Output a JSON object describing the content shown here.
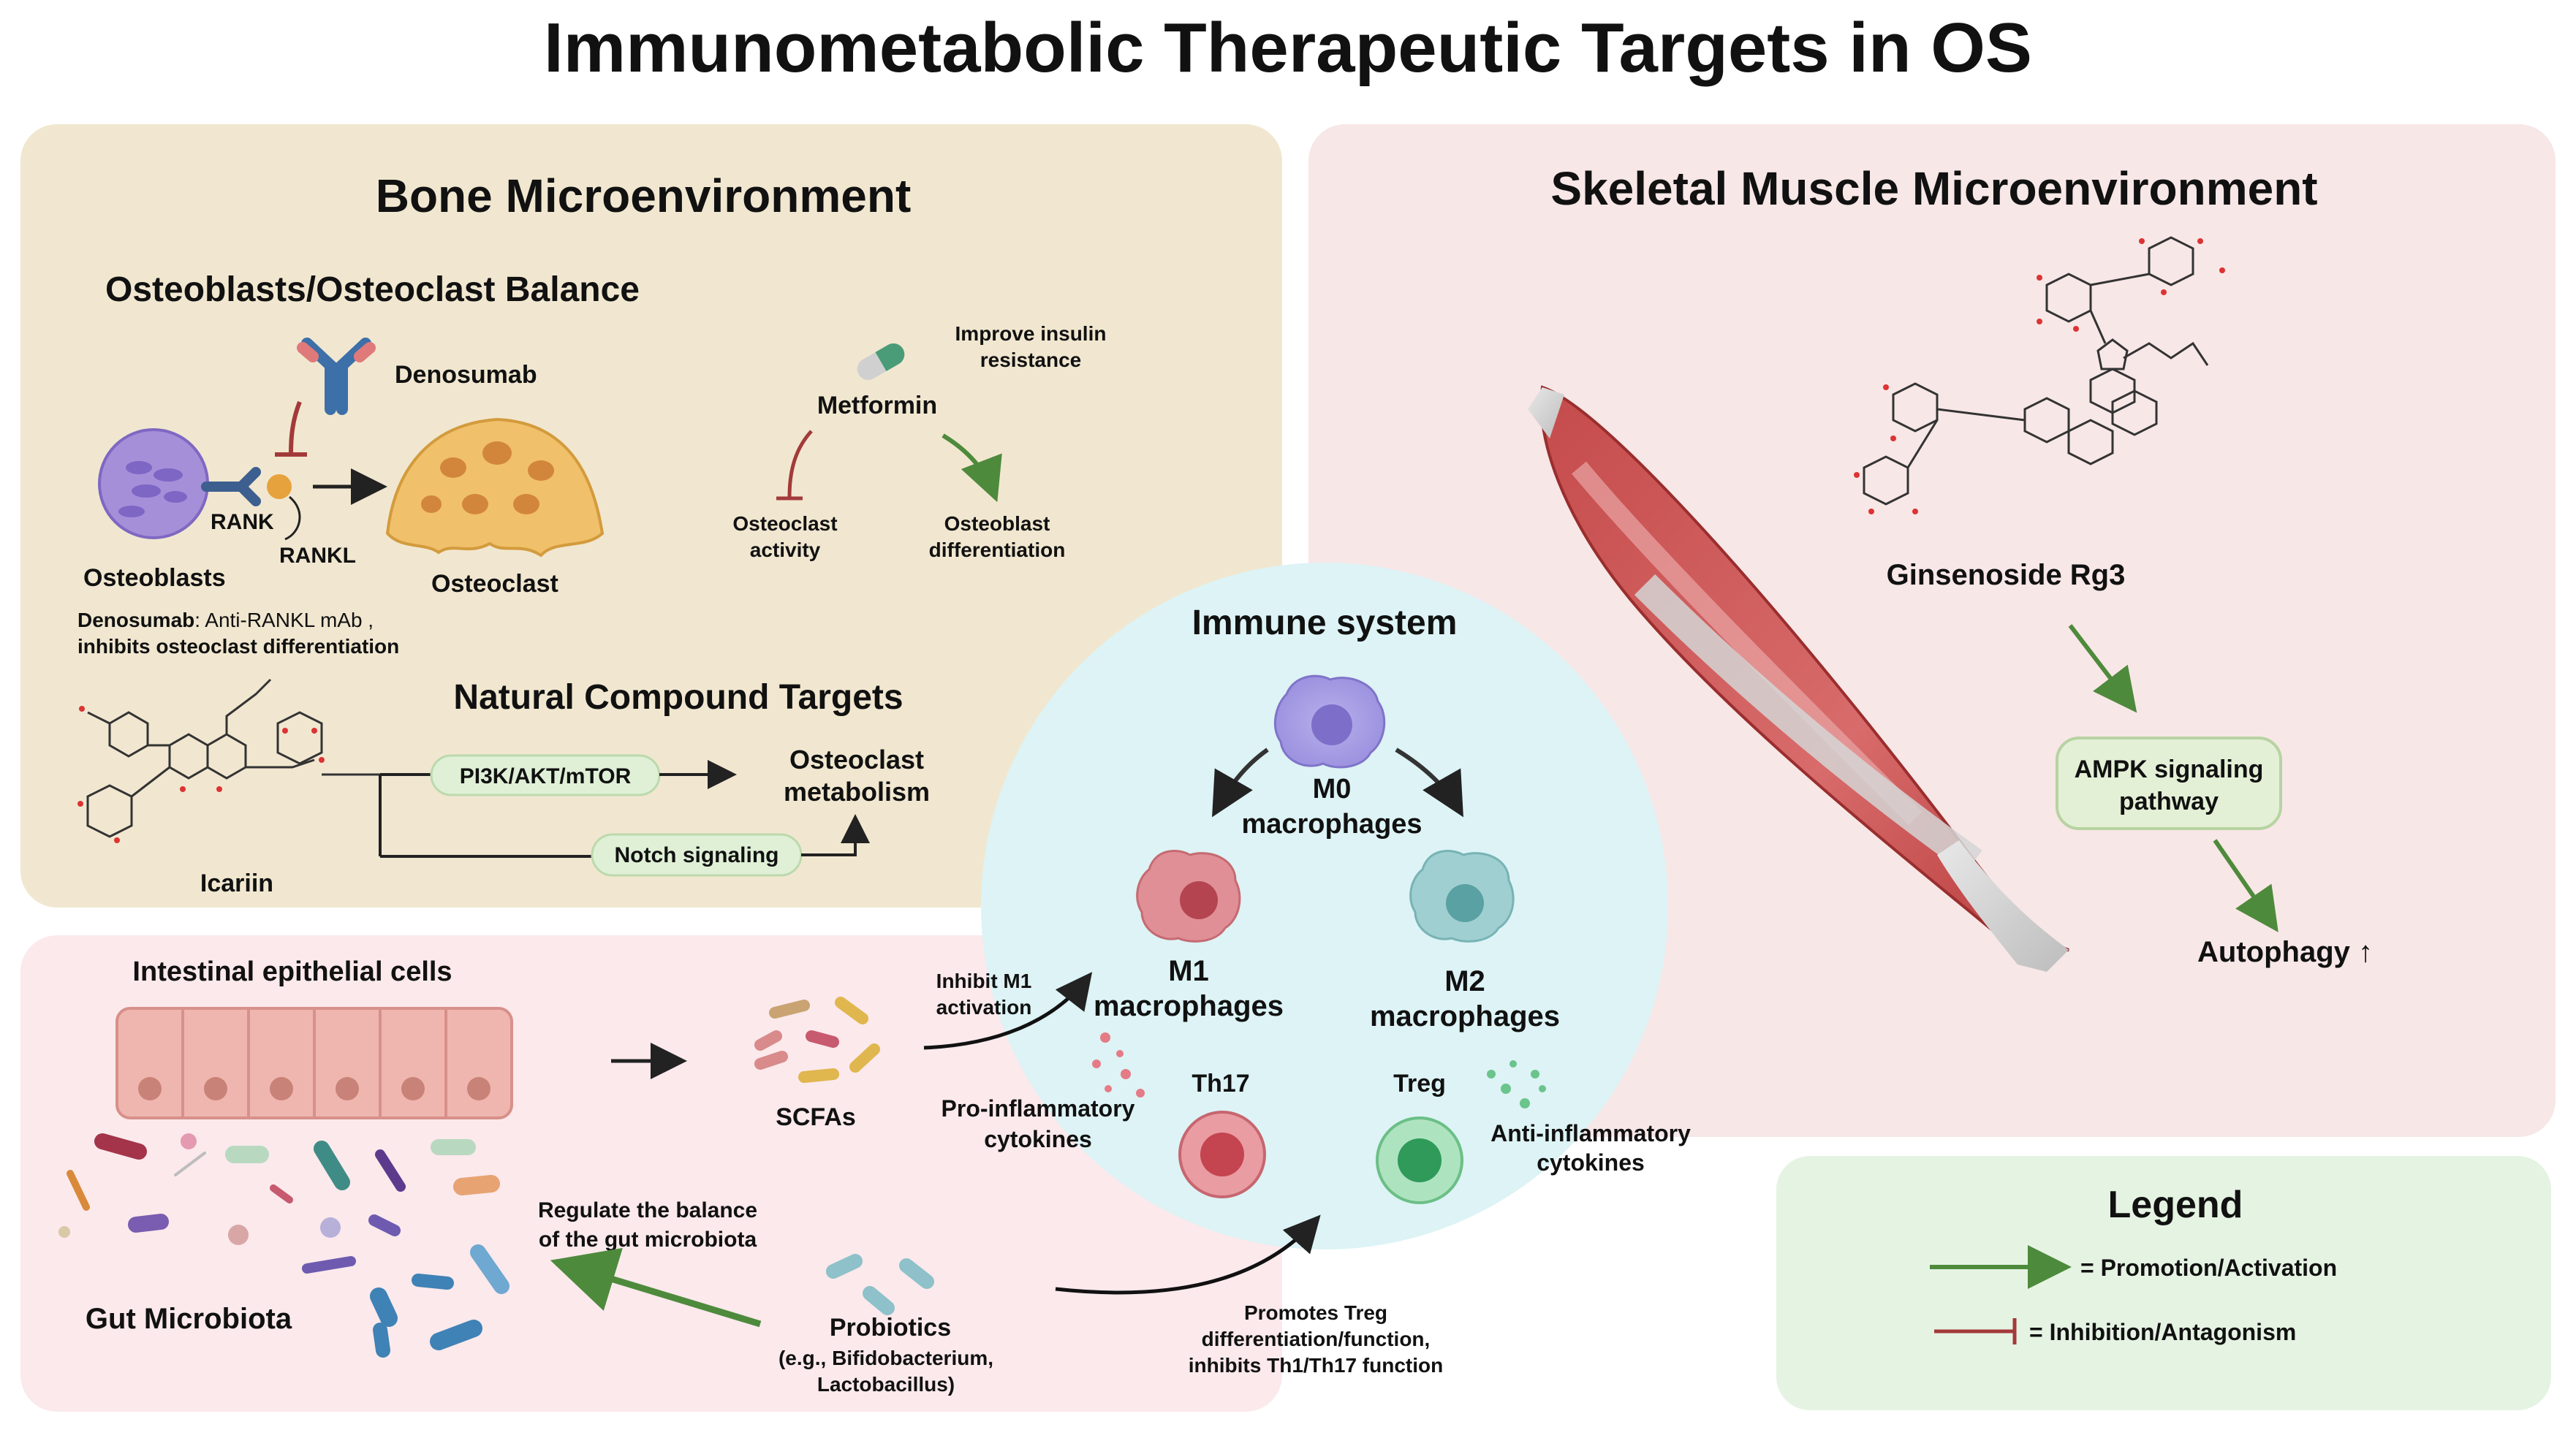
{
  "title": "Immunometabolic Therapeutic Targets in OS",
  "bone": {
    "heading": "Bone Microenvironment",
    "balance_heading": "Osteoblasts/Osteoclast Balance",
    "denosumab": "Denosumab",
    "rank": "RANK",
    "rankl": "RANKL",
    "osteoblasts": "Osteoblasts",
    "osteoclast": "Osteoclast",
    "denosumab_note_bold": "Denosumab",
    "denosumab_note_rest": ": Anti-RANKL mAb ,",
    "denosumab_note_line2": "inhibits osteoclast differentiation",
    "insulin_line1": "Improve insulin",
    "insulin_line2": "resistance",
    "metformin": "Metformin",
    "oc_activity_line1": "Osteoclast",
    "oc_activity_line2": "activity",
    "ob_diff_line1": "Osteoblast",
    "ob_diff_line2": "differentiation",
    "natural_heading": "Natural Compound Targets",
    "pi3k": "PI3K/AKT/mTOR",
    "notch": "Notch signaling",
    "oc_metab_line1": "Osteoclast",
    "oc_metab_line2": "metabolism",
    "icariin": "Icariin"
  },
  "muscle": {
    "heading": "Skeletal Muscle Microenvironment",
    "ginsenoside": "Ginsenoside Rg3",
    "ampk_line1": "AMPK signaling",
    "ampk_line2": "pathway",
    "autophagy": "Autophagy ↑"
  },
  "immune": {
    "heading": "Immune system",
    "m0_line1": "M0",
    "m0_line2": "macrophages",
    "m1_line1": "M1",
    "m1_line2": "macrophages",
    "m2_line1": "M2",
    "m2_line2": "macrophages",
    "th17": "Th17",
    "treg": "Treg",
    "pro_line1": "Pro-inflammatory",
    "pro_line2": "cytokines",
    "anti_line1": "Anti-inflammatory",
    "anti_line2": "cytokines"
  },
  "gut": {
    "epithelial": "Intestinal epithelial cells",
    "scfas": "SCFAs",
    "inhibit_line1": "Inhibit M1",
    "inhibit_line2": "activation",
    "microbiota": "Gut Microbiota",
    "regulate_line1": "Regulate the balance",
    "regulate_line2": "of the gut microbiota",
    "probiotics": "Probiotics",
    "probiotics_line2": "(e.g., Bifidobacterium,",
    "probiotics_line3": "Lactobacillus)",
    "treg_line1": "Promotes Treg",
    "treg_line2": "differentiation/function,",
    "treg_line3": "inhibits Th1/Th17 function"
  },
  "legend": {
    "title": "Legend",
    "promotion": "= Promotion/Activation",
    "inhibition": "= Inhibition/Antagonism"
  },
  "colors": {
    "bone_panel": "#f1e7d0",
    "muscle_panel": "#f8e7e7",
    "gut_panel": "#fbe9ec",
    "immune_circle": "#ddf3f5",
    "legend_panel": "#e5f3e3",
    "promotion_arrow": "#4e8a3c",
    "inhibition_arrow": "#a33a3a"
  }
}
